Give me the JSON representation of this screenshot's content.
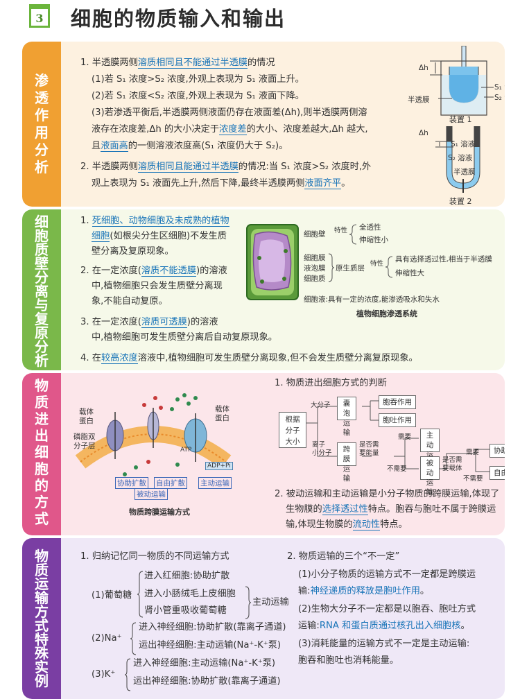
{
  "header": {
    "number": "3",
    "title": "细胞的物质输入和输出"
  },
  "colors": {
    "sec1": "#f0a032",
    "sec2": "#7ab84a",
    "sec3": "#e0578a",
    "sec4": "#7a3ea3",
    "accent": "#1874b8",
    "bg1": "#fdf1e0",
    "bg2": "#f6f9e9",
    "bg3": "#fce6ea",
    "bg4": "#efe8f7"
  },
  "sec1": {
    "tab": [
      "渗",
      "透",
      "作",
      "用",
      "分",
      "析"
    ],
    "p1": {
      "a": "1. 半透膜两侧",
      "b": "溶质相同且不能通过半透膜",
      "c": "的情况"
    },
    "p1_1": "(1)若 S₁ 浓度>S₂ 浓度,外观上表现为 S₁ 液面上升。",
    "p1_2": "(2)若 S₁ 浓度<S₂ 浓度,外观上表现为 S₁ 液面下降。",
    "p1_3a": "(3)若渗透平衡后,半透膜两侧液面仍存在液面差(Δh),则半透膜两侧溶",
    "p1_3b": {
      "a": "液存在浓度差,Δh 的大小决定于",
      "b": "浓度差",
      "c": "的大小、浓度差越大,Δh 越大,"
    },
    "p1_3c": {
      "a": "且",
      "b": "液面高",
      "c": "的一侧溶液浓度高(S₁ 浓度仍大于 S₂)。"
    },
    "p2a": {
      "a": "2. 半透膜两侧",
      "b": "溶质相同且能通过半透膜",
      "c": "的情况:当 S₁ 浓度>S₂ 浓度时,外"
    },
    "p2b": {
      "a": "观上表现为 S₁ 液面先上升,然后下降,最终半透膜两侧",
      "b": "液面齐平",
      "c": "。"
    },
    "dev1": {
      "dh": "Δh",
      "s1": "S₁ 溶液",
      "s2": "S₂ 溶液",
      "mem": "半透膜",
      "cap": "装置 1"
    },
    "dev2": {
      "dh": "Δh",
      "s1": "S₁ 溶液",
      "s2": "S₂ 溶液",
      "mem": "半透膜",
      "cap": "装置 2"
    }
  },
  "sec2": {
    "tab": [
      "细",
      "胞",
      "质",
      "壁",
      "分",
      "离",
      "与",
      "复",
      "原",
      "分",
      "析"
    ],
    "p1a": {
      "a": "1. ",
      "b": "死细胞、动物细胞及未成熟的植物"
    },
    "p1b": {
      "a": "细胞",
      "b": "(如根尖分生区细胞)不发生质"
    },
    "p1c": "壁分离及复原现象。",
    "p2a": {
      "a": "2. 在一定浓度(",
      "b": "溶质不能透膜",
      "c": ")的溶液"
    },
    "p2b": "中,植物细胞只会发生质壁分离现",
    "p2c": "象,不能自动复原。",
    "p3a": {
      "a": "3. 在一定浓度(",
      "b": "溶质可透膜",
      "c": ")的溶液"
    },
    "p3b": "中,植物细胞可发生质壁分离后自动复原现象。",
    "p4": {
      "a": "4. 在",
      "b": "较高浓度",
      "c": "溶液中,植物细胞可发生质壁分离现象,但不会发生质壁分离复原现象。"
    },
    "diagram": {
      "wall": "细胞壁",
      "trait": "特性",
      "wall1": "全透性",
      "wall2": "伸缩性小",
      "mem": "细胞膜",
      "vac": "液泡膜",
      "cyto": "细胞质",
      "proto": "原生质层",
      "trait2": "特性",
      "proto1": "具有选择透过性,相当于半透膜",
      "proto2": "伸缩性大",
      "sap": "细胞液:具有一定的浓度,能渗透吸水和失水",
      "caption": "植物细胞渗透系统"
    }
  },
  "sec3": {
    "tab": [
      "物",
      "质",
      "进",
      "出",
      "细",
      "胞",
      "的",
      "方",
      "式"
    ],
    "fig": {
      "carrier1": "载体\n蛋白",
      "carrier2": "载体\n蛋白",
      "bilayer": "磷脂双\n分子层",
      "atp": "ATP",
      "adp": "ADP+Pi",
      "f1": "协助扩散",
      "f2": "自由扩散",
      "f3": "主动运输",
      "passive": "被动运输",
      "caption": "物质跨膜运输方式"
    },
    "p1": "1. 物质进出细胞方式的判断",
    "flow": {
      "root": "根据\n分子\n大小",
      "big": "大分子",
      "small": "离子\n小分子",
      "vesicle": "囊泡\n运输",
      "endo": "胞吞作用",
      "exo": "胞吐作用",
      "trans": "跨膜\n运输",
      "q1": "是否需\n要能量",
      "need": "需要",
      "noneed": "不需要",
      "active": "主动\n运输",
      "passive": "被动\n运输",
      "q2": "是否需\n要载体",
      "need2": "需要",
      "noneed2": "不需要",
      "facil": "协助扩散",
      "free": "自由扩散"
    },
    "p2a": "2. 被动运输和主动运输是小分子物质的跨膜运输,体现了",
    "p2b": {
      "a": "生物膜的",
      "b": "选择透过性",
      "c": "特点。胞吞与胞吐不属于跨膜运"
    },
    "p2c": {
      "a": "输,体现生物膜的",
      "b": "流动性",
      "c": "特点。"
    }
  },
  "sec4": {
    "tab": [
      "物",
      "质",
      "运",
      "输",
      "方",
      "式",
      "特",
      "殊",
      "实",
      "例"
    ],
    "left": {
      "title": "1. 归纳记忆同一物质的不同运输方式",
      "glu": "(1)葡萄糖",
      "g1": "进入红细胞:协助扩散",
      "g2": "进入小肠绒毛上皮细胞",
      "g3": "肾小管重吸收葡萄糖",
      "gr": "主动运输",
      "na": "(2)Na⁺",
      "n1": "进入神经细胞:协助扩散(靠离子通道)",
      "n2": "运出神经细胞:主动运输(Na⁺-K⁺泵)",
      "k": "(3)K⁺",
      "k1": "进入神经细胞:主动运输(Na⁺-K⁺泵)",
      "k2": "运出神经细胞:协助扩散(靠离子通道)"
    },
    "right": {
      "title": "2. 物质运输的三个“不一定”",
      "r1a": "(1)小分子物质的运输方式不一定都是跨膜运",
      "r1b": {
        "a": "输:",
        "b": "神经递质的释放是胞吐作用",
        "c": "。"
      },
      "r2a": "(2)生物大分子不一定都是以胞吞、胞吐方式",
      "r2b": {
        "a": "运输:",
        "b": "RNA 和蛋白质通过核孔出入细胞核",
        "c": "。"
      },
      "r3a": "(3)消耗能量的运输方式不一定是主动运输:",
      "r3b": "胞吞和胞吐也消耗能量。"
    }
  }
}
